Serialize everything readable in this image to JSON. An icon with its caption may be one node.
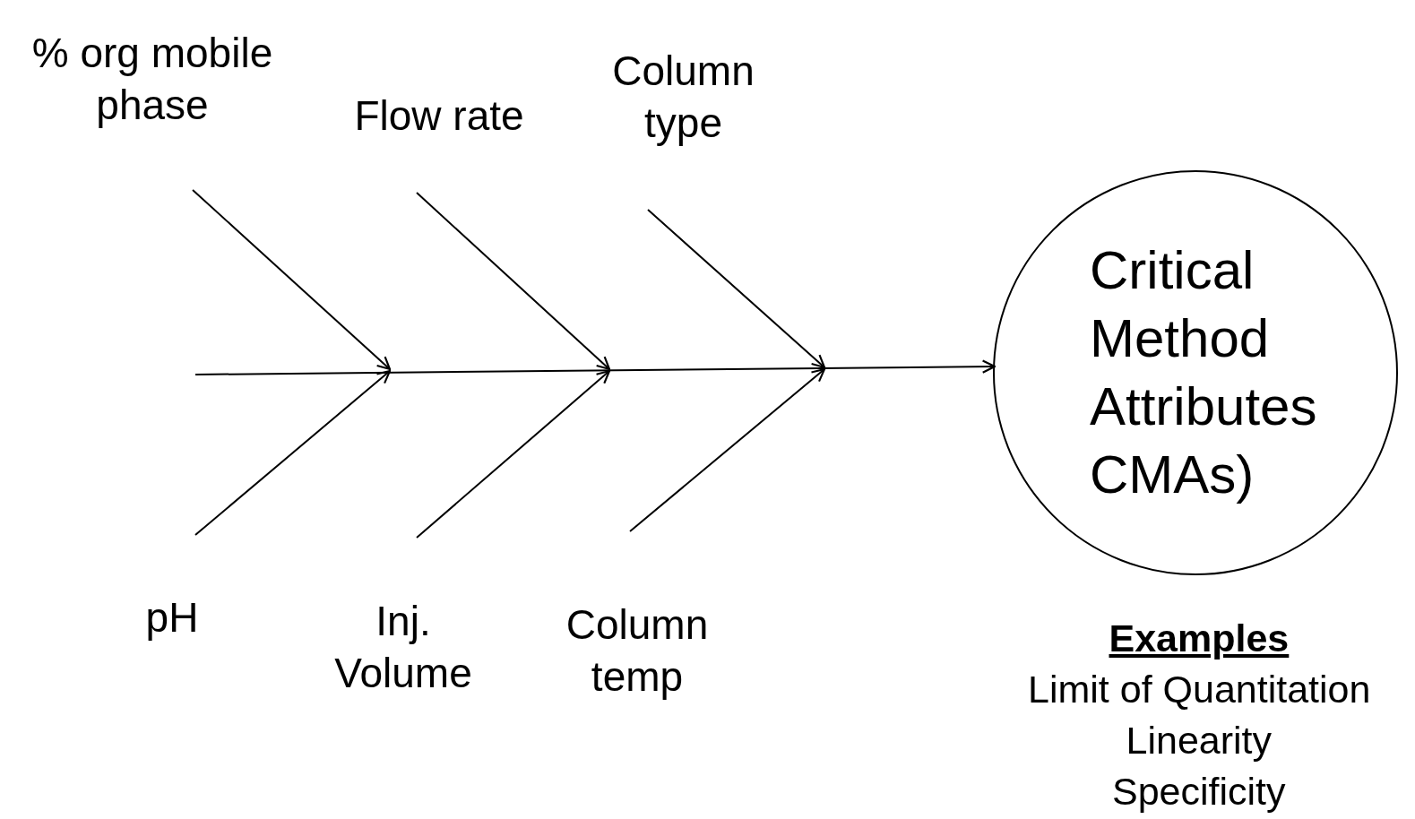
{
  "diagram": {
    "nodes": [
      {
        "text": [
          "% org mobile phase"
        ]
      },
      {
        "text": [
          "Flow rate"
        ]
      },
      {
        "text": [
          "Column type"
        ]
      },
      {
        "text": [
          "pH"
        ]
      },
      {
        "text": [
          "Inj. Volume"
        ]
      },
      {
        "text": [
          "Column temp"
        ]
      },
      {
        "text": [
          "Critical Method Attributes CMAs)"
        ]
      }
    ],
    "edges": [
      {
        "from": 0,
        "to": null,
        "arrow": "to"
      },
      {
        "from": 1,
        "to": null,
        "arrow": "to"
      },
      {
        "from": 2,
        "to": null,
        "arrow": "to"
      },
      {
        "from": 3,
        "to": null,
        "arrow": "to"
      },
      {
        "from": 4,
        "to": null,
        "arrow": "to"
      },
      {
        "from": 5,
        "to": null,
        "arrow": "to"
      },
      {
        "from": null,
        "to": 6,
        "arrow": "to"
      }
    ],
    "labels": [
      "Examples",
      "Limit of Quantitation",
      "Linearity",
      "Specificity"
    ]
  }
}
